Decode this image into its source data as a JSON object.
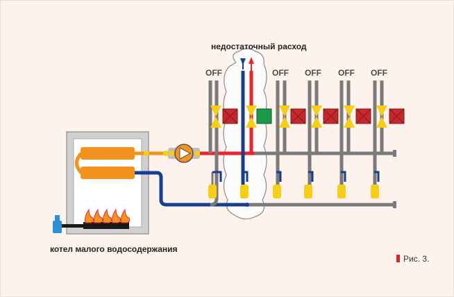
{
  "title": "недостаточный расход",
  "boiler_caption": "котел малого водосодержания",
  "figure_label": "Рис. 3.",
  "off_label": "OFF",
  "colors": {
    "supply": "#e8262b",
    "return": "#173d8f",
    "idle_pipe": "#7a7a7a",
    "heat_exchanger": "#f3921f",
    "valve": "#f6cf15",
    "actuator_off": "#c8282d",
    "actuator_on": "#1a9a48",
    "background": "#fdf3ec"
  }
}
